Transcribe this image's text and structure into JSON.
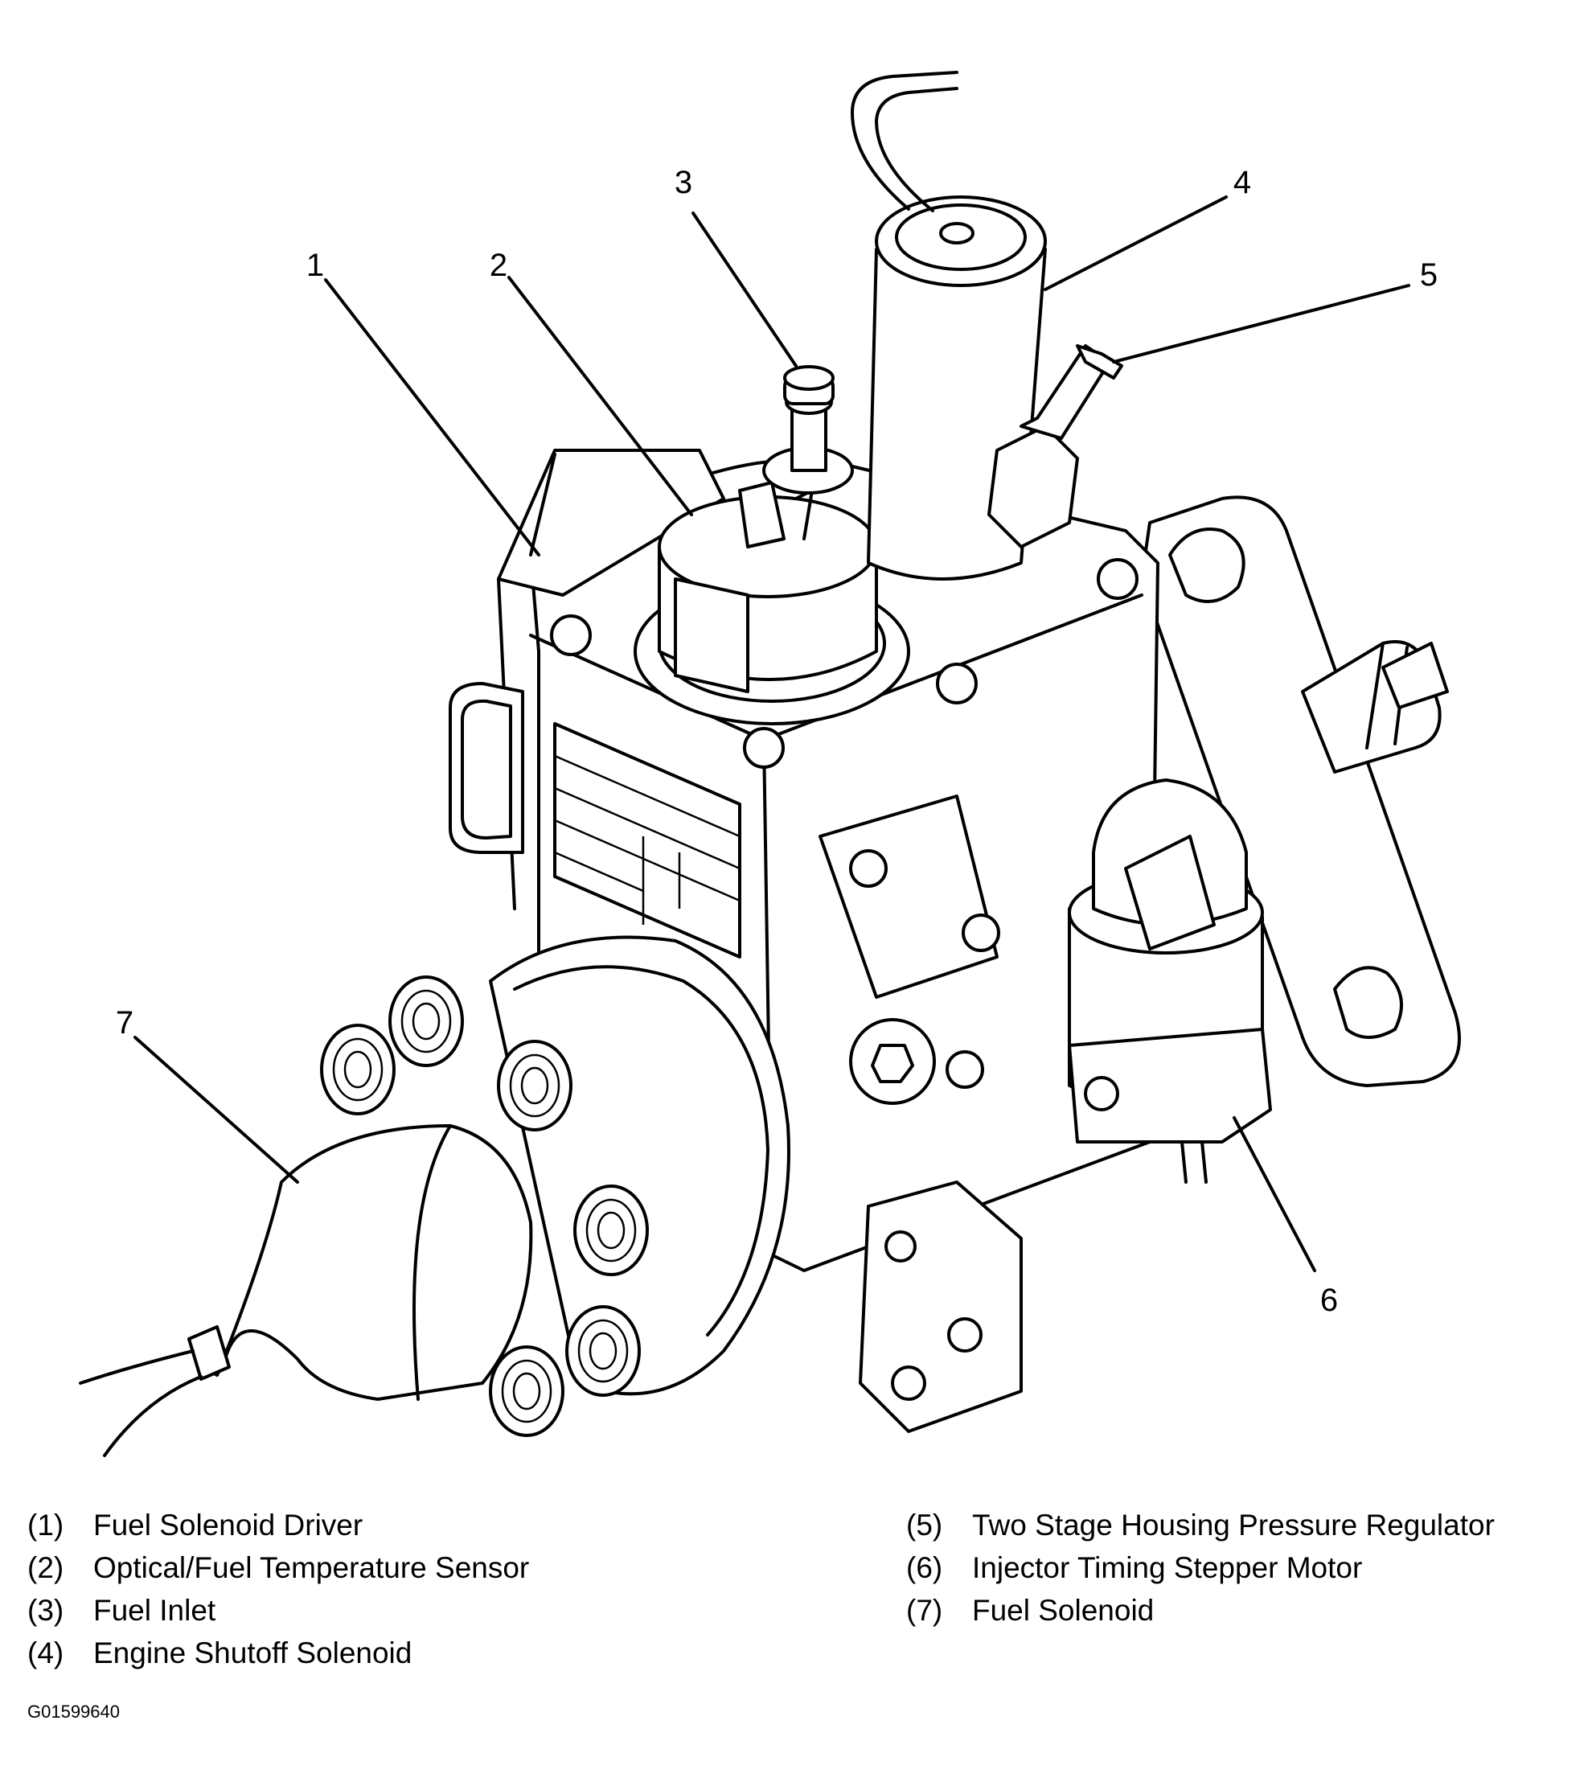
{
  "callouts": [
    "1",
    "2",
    "3",
    "4",
    "5",
    "6",
    "7"
  ],
  "legend_left": [
    {
      "num": "(1)",
      "text": "Fuel Solenoid Driver"
    },
    {
      "num": "(2)",
      "text": "Optical/Fuel Temperature Sensor"
    },
    {
      "num": "(3)",
      "text": "Fuel Inlet"
    },
    {
      "num": "(4)",
      "text": "Engine Shutoff Solenoid"
    }
  ],
  "legend_right": [
    {
      "num": "(5)",
      "text": "Two Stage Housing Pressure Regulator"
    },
    {
      "num": "(6)",
      "text": "Injector Timing Stepper Motor"
    },
    {
      "num": "(7)",
      "text": "Fuel Solenoid"
    }
  ],
  "figure_code": "G01599640"
}
